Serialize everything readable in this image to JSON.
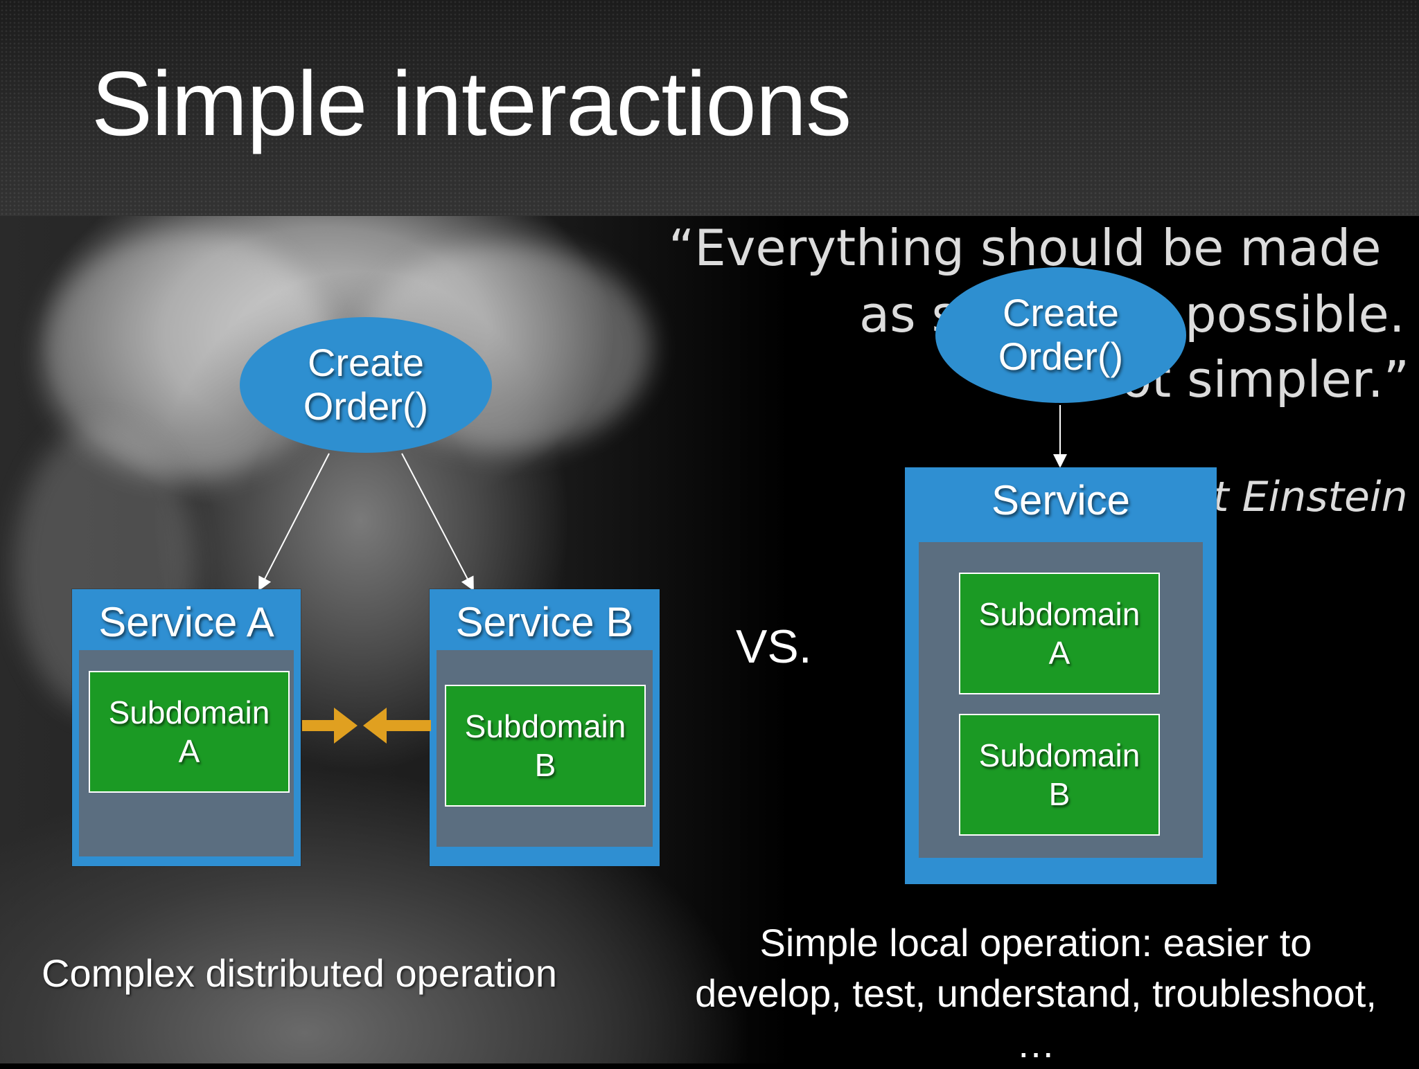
{
  "title": "Simple interactions",
  "quote": {
    "line1": "“Everything should be made",
    "line2a": "as s",
    "line2b": "possible.",
    "line3": "ot simpler.”",
    "attribution": "t Einstein"
  },
  "left": {
    "operation": [
      "Create",
      "Order()"
    ],
    "service_a": {
      "label": "Service A",
      "subdomain": [
        "Subdomain",
        "A"
      ]
    },
    "service_b": {
      "label": "Service B",
      "subdomain": [
        "Subdomain",
        "B"
      ]
    },
    "caption": "Complex distributed operation"
  },
  "vs_label": "VS.",
  "right": {
    "operation": [
      "Create",
      "Order()"
    ],
    "service": {
      "label": "Service",
      "subdomains": [
        [
          "Subdomain",
          "A"
        ],
        [
          "Subdomain",
          "B"
        ]
      ]
    },
    "caption": [
      "Simple local operation: easier to",
      "develop, test, understand, troubleshoot,",
      "…"
    ]
  },
  "colors": {
    "service_blue": "#2f8fd2",
    "inner_gray": "#5b6e80",
    "subdomain_green": "#1b9a24",
    "arrow_gold": "#e0a020"
  }
}
